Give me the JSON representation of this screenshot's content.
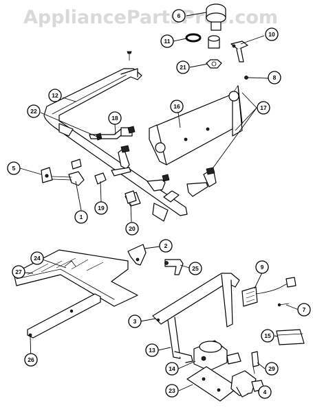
{
  "watermark": "AppliancePartsPros.com",
  "callouts": [
    "6",
    "11",
    "10",
    "21",
    "8",
    "12",
    "22",
    "18",
    "16",
    "17",
    "5",
    "1",
    "19",
    "20",
    "2",
    "24",
    "27",
    "25",
    "9",
    "7",
    "3",
    "15",
    "13",
    "14",
    "29",
    "26",
    "23",
    "4"
  ]
}
